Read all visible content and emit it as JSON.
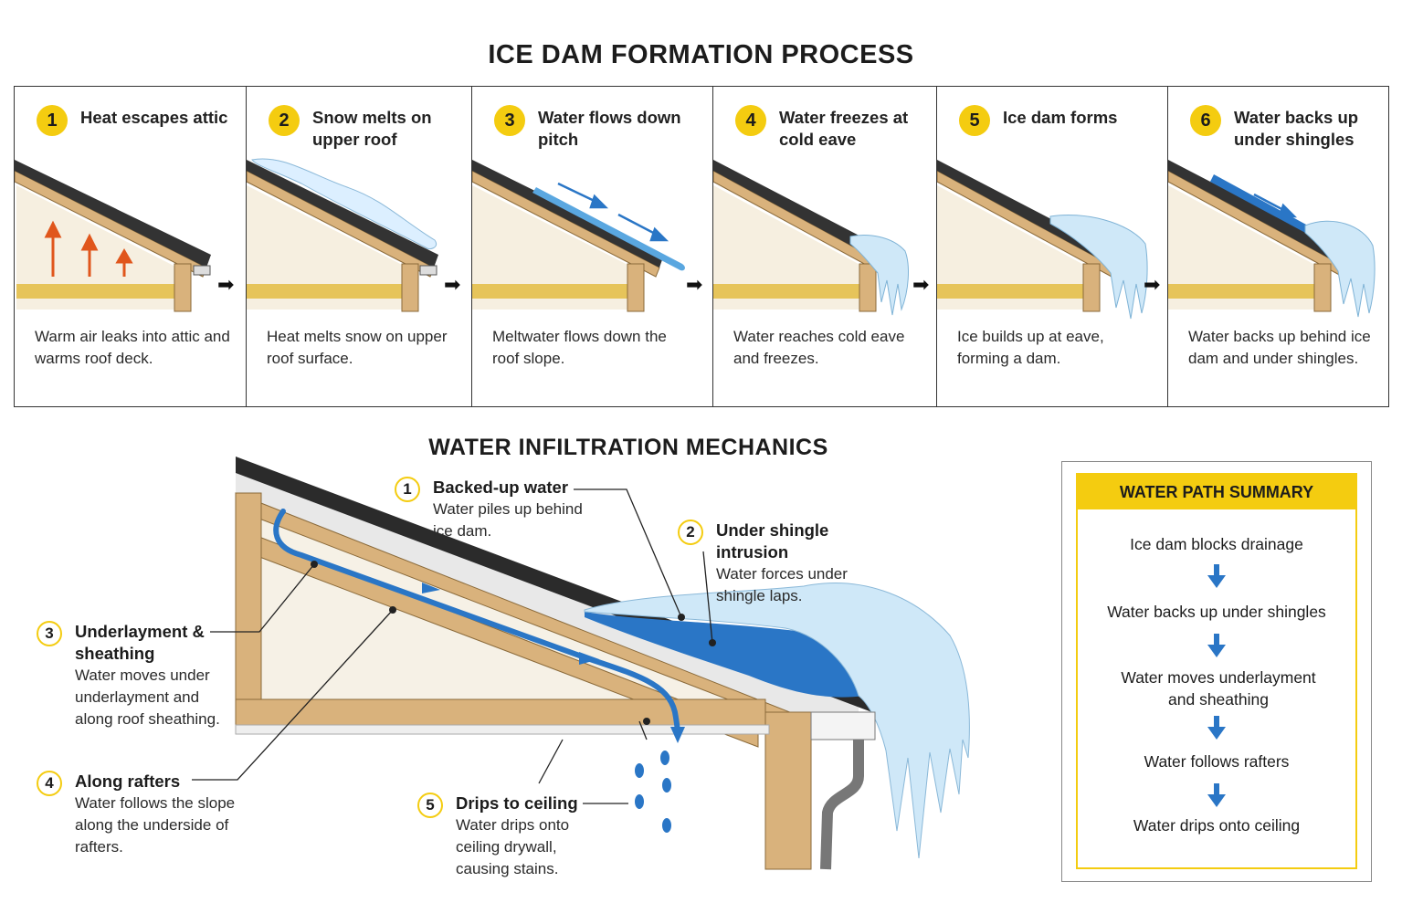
{
  "title": "ICE DAM FORMATION PROCESS",
  "steps": [
    {
      "num": "1",
      "title": "Heat escapes attic",
      "desc": "Warm air leaks into attic and warms roof deck."
    },
    {
      "num": "2",
      "title": "Snow melts on upper roof",
      "desc": "Heat melts snow on upper roof surface."
    },
    {
      "num": "3",
      "title": "Water flows down pitch",
      "desc": "Meltwater flows down the roof slope."
    },
    {
      "num": "4",
      "title": "Water freezes at cold eave",
      "desc": "Water reaches cold eave and freezes."
    },
    {
      "num": "5",
      "title": "Ice dam forms",
      "desc": "Ice builds up at eave, forming a dam."
    },
    {
      "num": "6",
      "title": "Water backs up under shingles",
      "desc": "Water backs up behind ice dam and under shingles."
    }
  ],
  "mechanics": {
    "title": "WATER INFILTRATION MECHANICS",
    "callouts": [
      {
        "num": "1",
        "title": "Backed-up water",
        "desc": "Water piles up behind ice dam."
      },
      {
        "num": "2",
        "title": "Under shingle intrusion",
        "desc": "Water forces under shingle laps."
      },
      {
        "num": "3",
        "title": "Underlayment & sheathing",
        "desc": "Water moves under underlayment and along roof sheathing."
      },
      {
        "num": "4",
        "title": "Along rafters",
        "desc": "Water follows the slope along the underside of rafters."
      },
      {
        "num": "5",
        "title": "Drips to ceiling",
        "desc": "Water drips onto ceiling drywall, causing stains."
      }
    ]
  },
  "summary": {
    "title": "WATER PATH SUMMARY",
    "steps": [
      "Ice dam blocks drainage",
      "Water backs up under shingles",
      "Water moves underlayment and sheathing",
      "Water follows rafters",
      "Water drips onto ceiling"
    ]
  },
  "colors": {
    "accent_yellow": "#f4cc10",
    "water_blue": "#2a76c6",
    "ice_blue": "#bfe0f2",
    "wood": "#d9b27c",
    "heat_arrow": "#e0561c",
    "insulation": "#e6c45a"
  },
  "icons": [
    "heat-arrow-icon",
    "flow-arrow-icon",
    "next-arrow-icon",
    "down-arrow-icon",
    "water-drop-icon"
  ]
}
